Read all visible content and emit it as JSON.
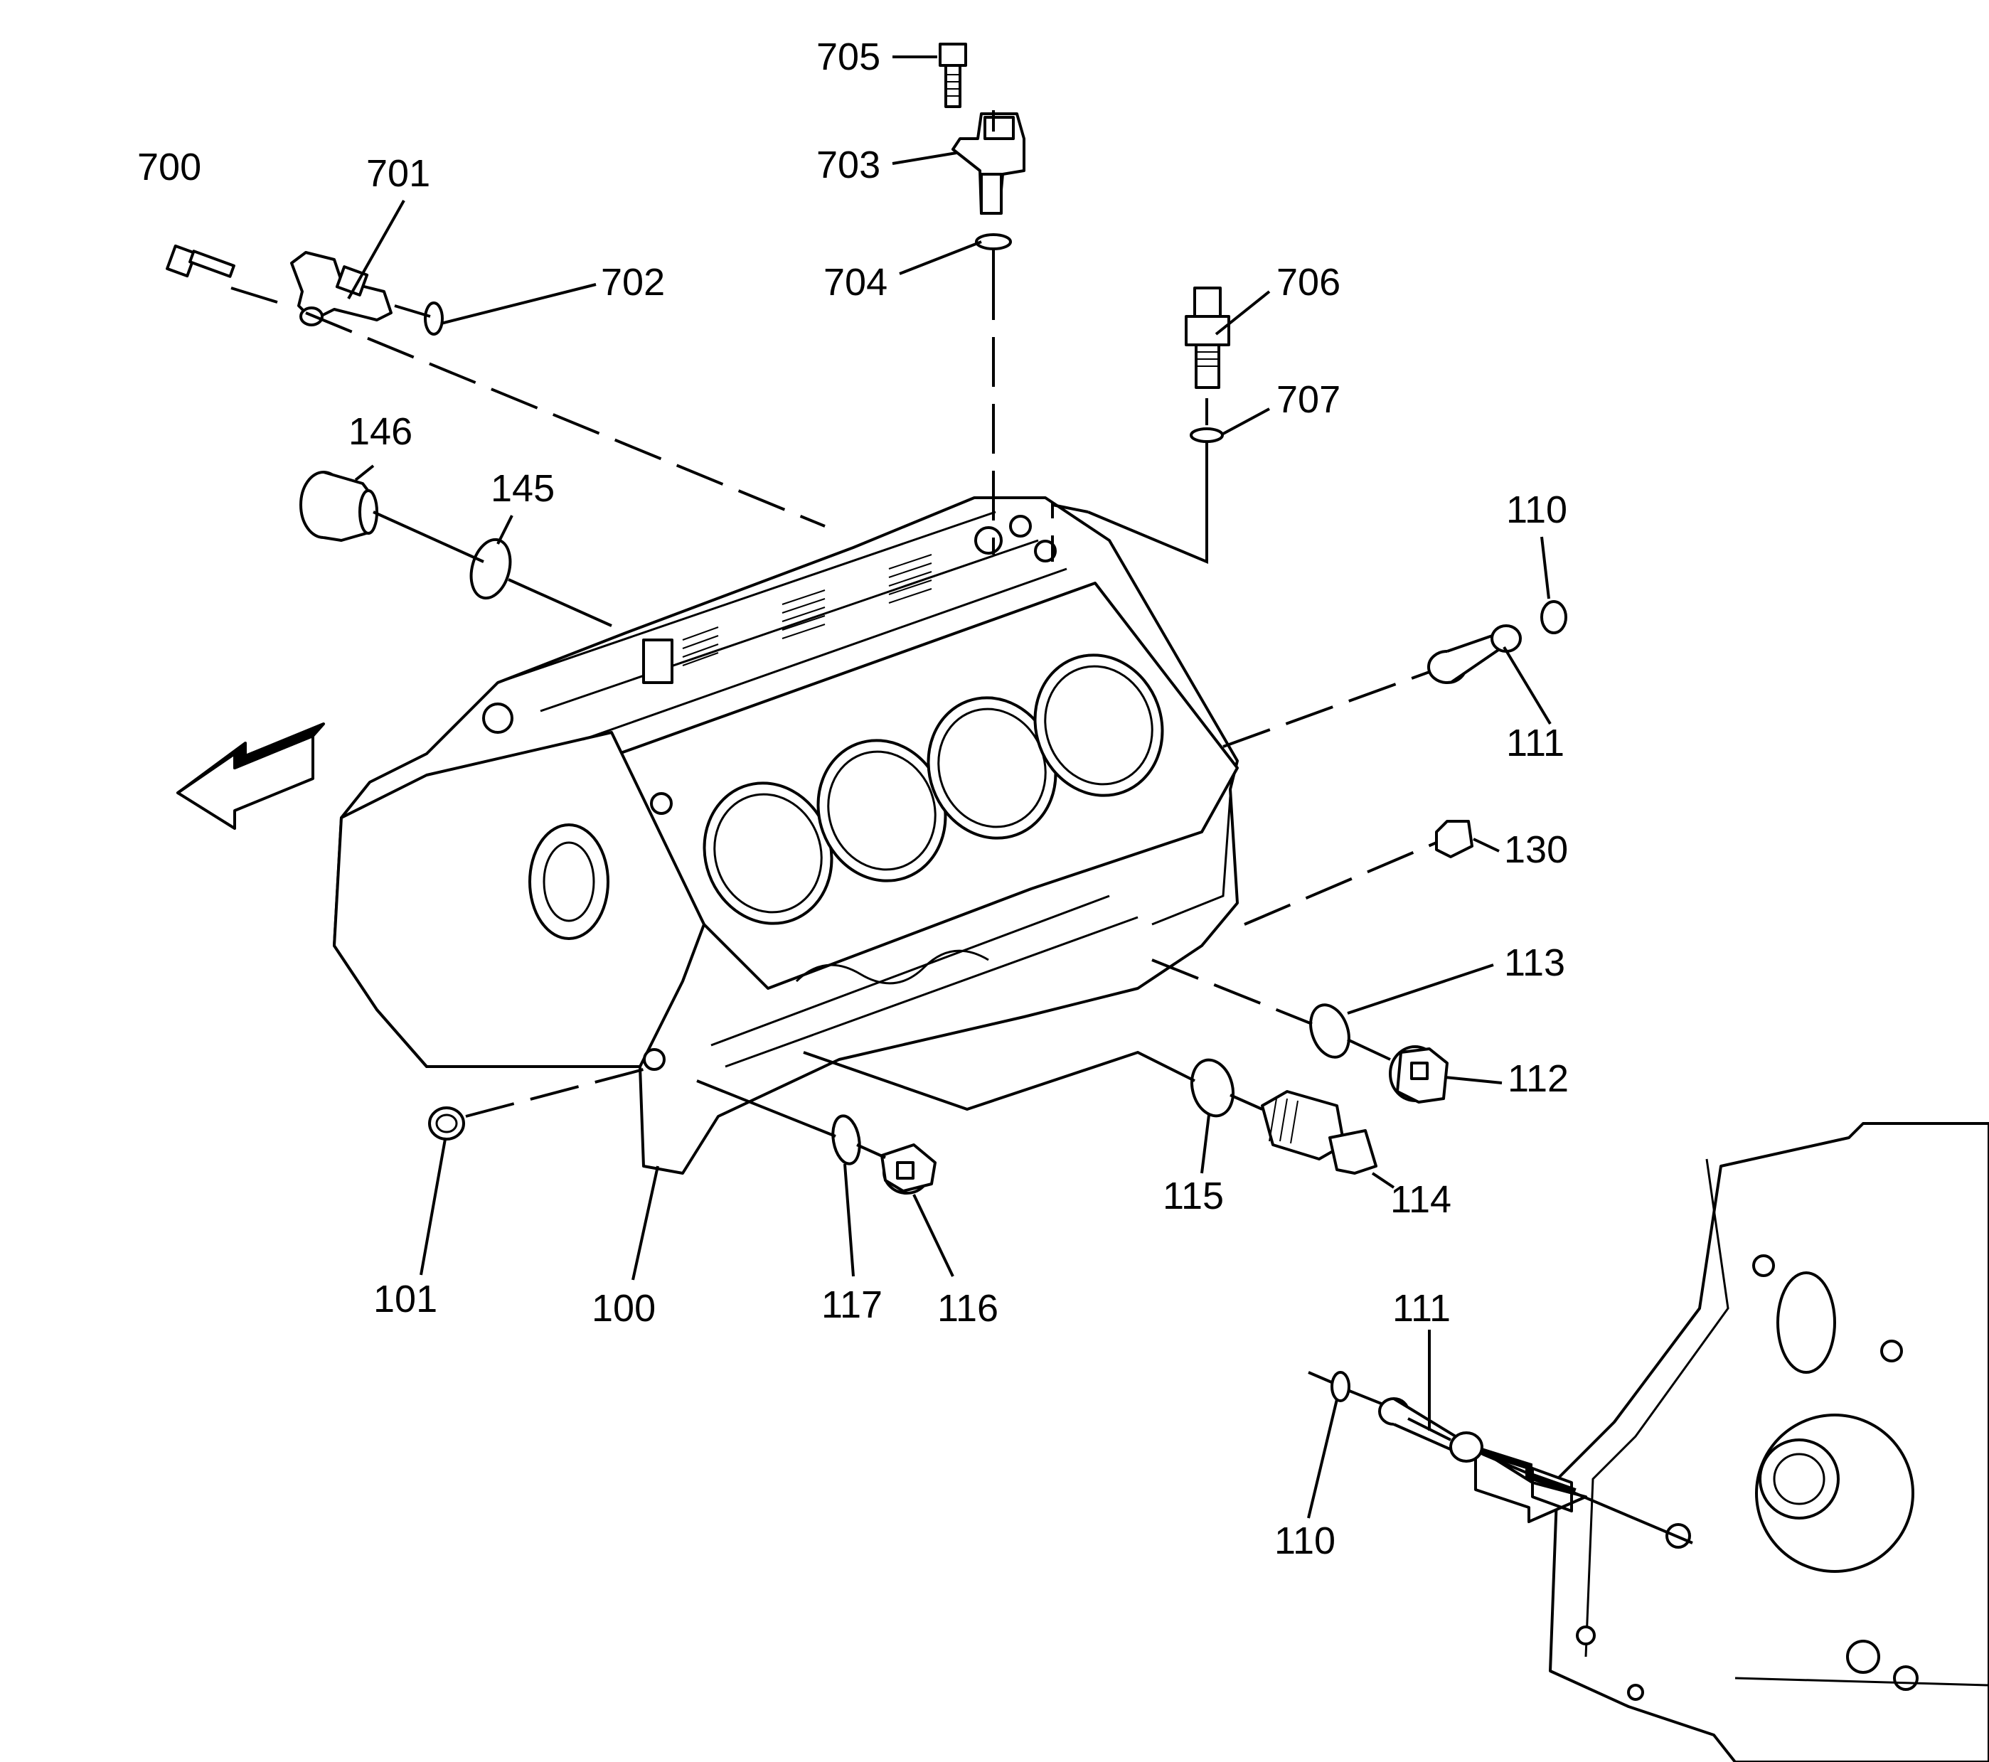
{
  "labels": {
    "700": "700",
    "701": "701",
    "702": "702",
    "703": "703",
    "704": "704",
    "705": "705",
    "706": "706",
    "707": "707",
    "146": "146",
    "145": "145",
    "110a": "110",
    "111a": "111",
    "130": "130",
    "113": "113",
    "112": "112",
    "115": "115",
    "114": "114",
    "101": "101",
    "100": "100",
    "117": "117",
    "116": "116",
    "111b": "111",
    "110b": "110"
  },
  "icons": {
    "front_arrow": "direction-arrow-left-icon",
    "rear_arrow": "direction-arrow-right-icon"
  }
}
